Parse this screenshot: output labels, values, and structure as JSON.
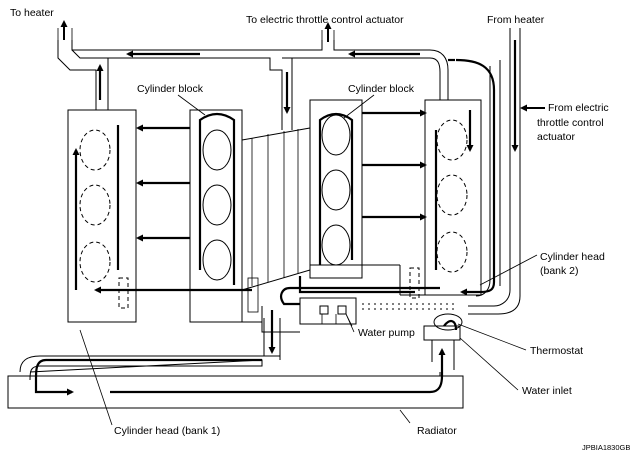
{
  "labels": {
    "to_heater": "To heater",
    "to_throttle": "To electric throttle control actuator",
    "from_heater": "From heater",
    "from_throttle_1": "From electric",
    "from_throttle_2": "throttle control",
    "from_throttle_3": "actuator",
    "cylinder_block_left": "Cylinder block",
    "cylinder_block_right": "Cylinder block",
    "cylinder_head_bank2_1": "Cylinder head",
    "cylinder_head_bank2_2": "(bank 2)",
    "water_pump": "Water pump",
    "thermostat": "Thermostat",
    "water_inlet": "Water inlet",
    "cylinder_head_bank1": "Cylinder head (bank 1)",
    "radiator": "Radiator",
    "figure_code": "JPBIA1830GB"
  }
}
